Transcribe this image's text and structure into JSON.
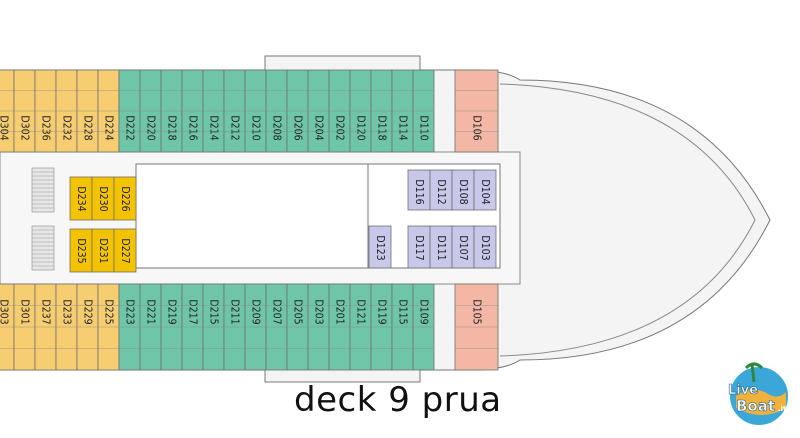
{
  "title": "deck 9 prua",
  "logo": {
    "line1": "Live",
    "line2": "Boat",
    "suffix": ".it"
  },
  "colors": {
    "suite": "#f6cd70",
    "balcony": "#6ec5a8",
    "interior": "#c7c8ea",
    "forward": "#f4b6a5",
    "interior_yellow": "#f4c300",
    "hull": "#f0f0f0",
    "outline": "#707070"
  },
  "cabins": {
    "top_row": [
      {
        "id": "D304",
        "type": "suite"
      },
      {
        "id": "D302",
        "type": "suite"
      },
      {
        "id": "D236",
        "type": "suite"
      },
      {
        "id": "D232",
        "type": "suite"
      },
      {
        "id": "D228",
        "type": "suite"
      },
      {
        "id": "D224",
        "type": "suite"
      },
      {
        "id": "D222",
        "type": "balcony"
      },
      {
        "id": "D220",
        "type": "balcony"
      },
      {
        "id": "D218",
        "type": "balcony"
      },
      {
        "id": "D216",
        "type": "balcony"
      },
      {
        "id": "D214",
        "type": "balcony"
      },
      {
        "id": "D212",
        "type": "balcony"
      },
      {
        "id": "D210",
        "type": "balcony"
      },
      {
        "id": "D208",
        "type": "balcony"
      },
      {
        "id": "D206",
        "type": "balcony"
      },
      {
        "id": "D204",
        "type": "balcony"
      },
      {
        "id": "D202",
        "type": "balcony"
      },
      {
        "id": "D120",
        "type": "balcony"
      },
      {
        "id": "D118",
        "type": "balcony"
      },
      {
        "id": "D114",
        "type": "balcony"
      },
      {
        "id": "D110",
        "type": "balcony"
      },
      {
        "id": "D106",
        "type": "forward"
      }
    ],
    "bottom_row": [
      {
        "id": "D303",
        "type": "suite"
      },
      {
        "id": "D301",
        "type": "suite"
      },
      {
        "id": "D237",
        "type": "suite"
      },
      {
        "id": "D233",
        "type": "suite"
      },
      {
        "id": "D229",
        "type": "suite"
      },
      {
        "id": "D225",
        "type": "suite"
      },
      {
        "id": "D223",
        "type": "balcony"
      },
      {
        "id": "D221",
        "type": "balcony"
      },
      {
        "id": "D219",
        "type": "balcony"
      },
      {
        "id": "D217",
        "type": "balcony"
      },
      {
        "id": "D215",
        "type": "balcony"
      },
      {
        "id": "D211",
        "type": "balcony"
      },
      {
        "id": "D209",
        "type": "balcony"
      },
      {
        "id": "D207",
        "type": "balcony"
      },
      {
        "id": "D205",
        "type": "balcony"
      },
      {
        "id": "D203",
        "type": "balcony"
      },
      {
        "id": "D201",
        "type": "balcony"
      },
      {
        "id": "D121",
        "type": "balcony"
      },
      {
        "id": "D119",
        "type": "balcony"
      },
      {
        "id": "D115",
        "type": "balcony"
      },
      {
        "id": "D109",
        "type": "balcony"
      },
      {
        "id": "D105",
        "type": "forward"
      }
    ],
    "inner_yellow_upper": [
      "D234",
      "D230",
      "D226"
    ],
    "inner_yellow_lower": [
      "D235",
      "D231",
      "D227"
    ],
    "inner_violet_upper": [
      "D116",
      "D112",
      "D108",
      "D104"
    ],
    "inner_violet_lower": [
      "D117",
      "D111",
      "D107",
      "D103"
    ],
    "inner_violet_single": "D123"
  }
}
